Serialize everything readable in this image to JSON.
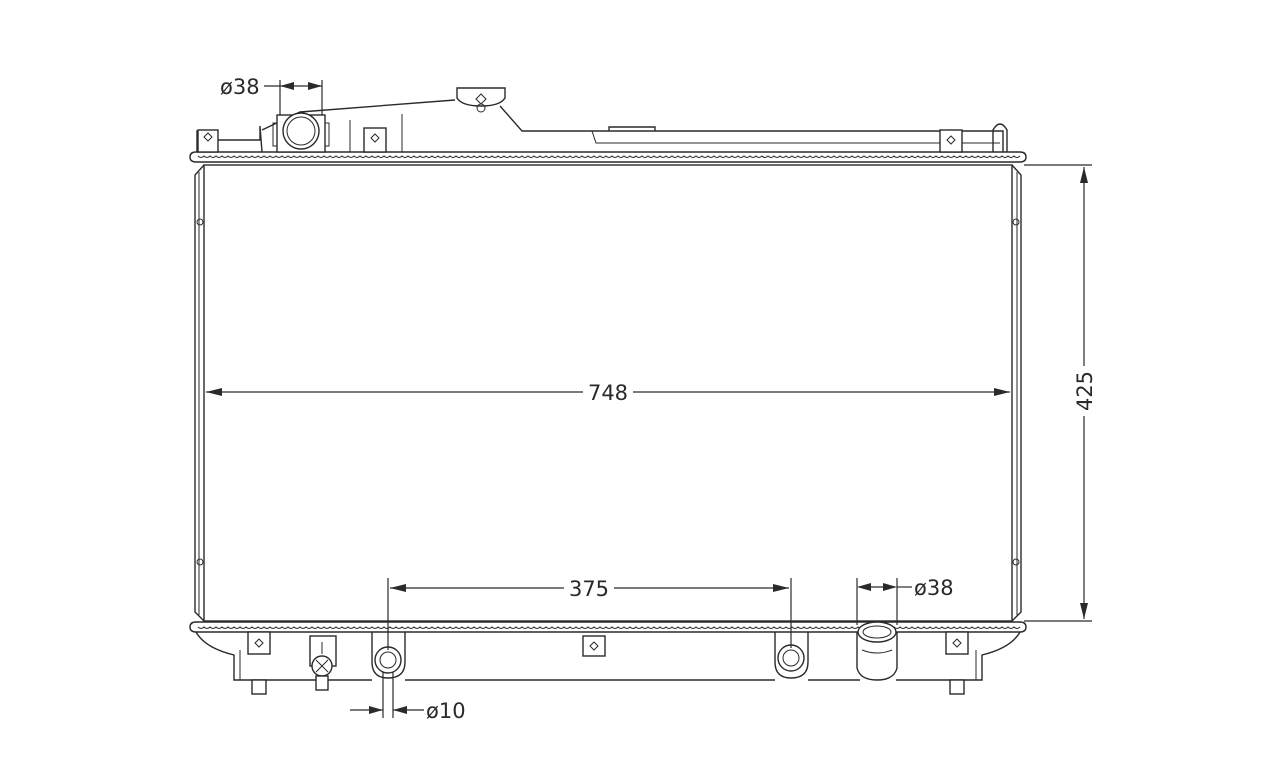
{
  "dimensions": {
    "width": "748",
    "height": "425",
    "bottom_spacing": "375",
    "inlet_diameter": "ø38",
    "outlet_diameter": "ø38",
    "drain_diameter": "ø10"
  }
}
